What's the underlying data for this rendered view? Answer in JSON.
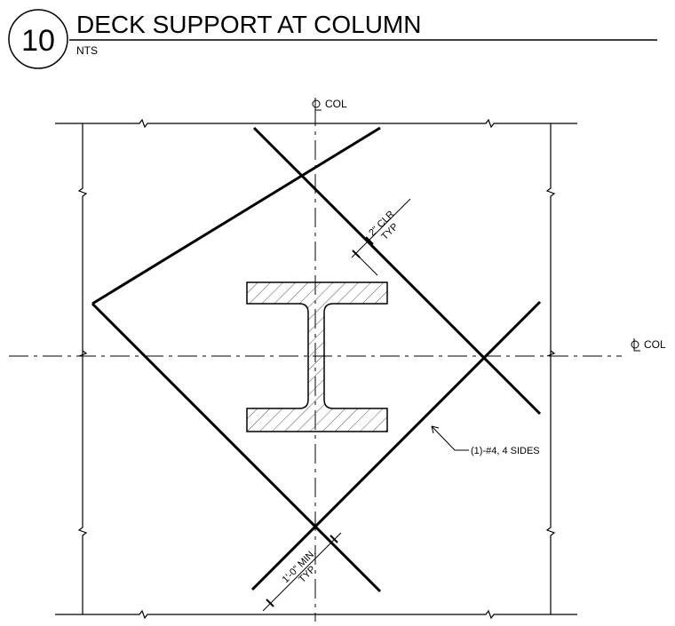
{
  "title_block": {
    "detail_number": "10",
    "title": "DECK SUPPORT AT COLUMN",
    "scale": "NTS"
  },
  "centerlines": {
    "vertical_label": "COL",
    "horizontal_label": "COL",
    "symbol": "centerline-icon"
  },
  "annotations": {
    "clear_cover_line1": "2\" CLR",
    "clear_cover_line2": "TYP",
    "rebar_callout": "(1)-#4, 4 SIDES",
    "min_length_line1": "1'-0\" MIN.",
    "min_length_line2": "TYP"
  },
  "colors": {
    "line": "#000000",
    "hatch": "#555555",
    "background": "#ffffff"
  }
}
